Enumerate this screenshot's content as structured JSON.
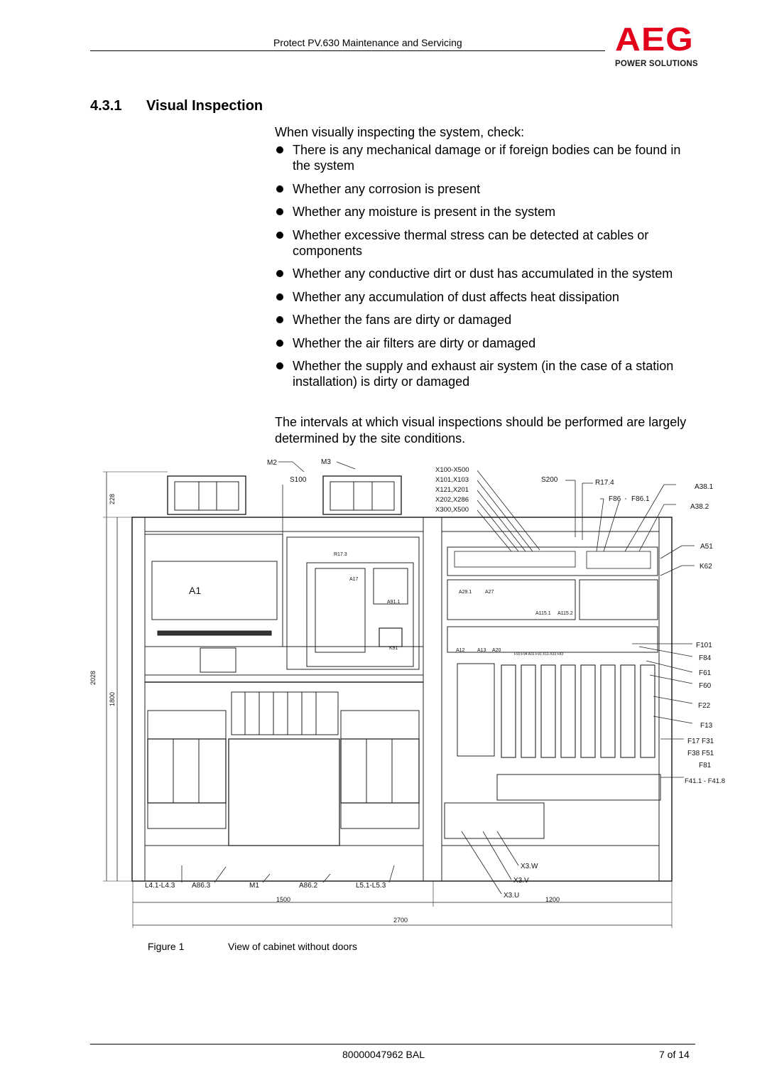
{
  "header": {
    "title": "Protect PV.630 Maintenance and Servicing",
    "logo_main": "AEG",
    "logo_sub": "POWER SOLUTIONS"
  },
  "section": {
    "number": "4.3.1",
    "title": "Visual Inspection",
    "intro": "When visually inspecting the system, check:",
    "items": [
      "There is any mechanical damage or if foreign bodies can be found in the system",
      "Whether any corrosion is present",
      "Whether any moisture is present in the system",
      "Whether excessive thermal stress can be detected at cables or components",
      "Whether any conductive dirt or dust has accumulated in the system",
      "Whether any accumulation of dust affects heat dissipation",
      "Whether the fans are dirty or damaged",
      "Whether the air filters are dirty or damaged",
      "Whether the supply and exhaust air system (in the case of a station installation) is dirty or damaged"
    ],
    "closing": "The intervals at which visual inspections should be performed are largely determined by the site conditions."
  },
  "figure": {
    "label": "Figure 1",
    "caption": "View of cabinet without doors",
    "labels": {
      "m2": "M2",
      "m3": "M3",
      "s100": "S100",
      "a1": "A1",
      "x100": "X100-X500",
      "x101": "X101,X103",
      "x121": "X121,X201",
      "x202": "X202,X286",
      "x300": "X300,X500",
      "s200": "S200",
      "r174": "R17.4",
      "f86": "F86",
      "f861": "F86.1",
      "a381": "A38.1",
      "a382": "A38.2",
      "a51": "A51",
      "k62": "K62",
      "f101": "F101",
      "f84": "F84",
      "f61": "F61",
      "f60": "F60",
      "f22": "F22",
      "f13": "F13",
      "f17": "F17 F31",
      "f38": "F38 F51",
      "f81": "F81",
      "f411": "F41.1 - F41.8",
      "r173": "R17.3",
      "a17": "A17",
      "a911": "A91.1",
      "k91": "K91",
      "a291": "A29.1",
      "a27": "A27",
      "a1151": "A115.1",
      "a1152": "A115.2",
      "a12": "A12",
      "a13": "A13",
      "a20": "A20",
      "fstrip": "F93 F94 A31 F91 X11-X33 F83",
      "x3w": "X3.W",
      "x3v": "X3.V",
      "x3u": "X3.U",
      "l4": "L4.1-L4.3",
      "a863": "A86.3",
      "m1": "M1",
      "a862": "A86.2",
      "l5": "L5.1-L5.3",
      "d228": "228",
      "d2028": "2028",
      "d1800": "1800",
      "d1500": "1500",
      "d1200": "1200",
      "d2700": "2700"
    }
  },
  "footer": {
    "doc_number": "80000047962 BAL",
    "page": "7 of 14"
  }
}
